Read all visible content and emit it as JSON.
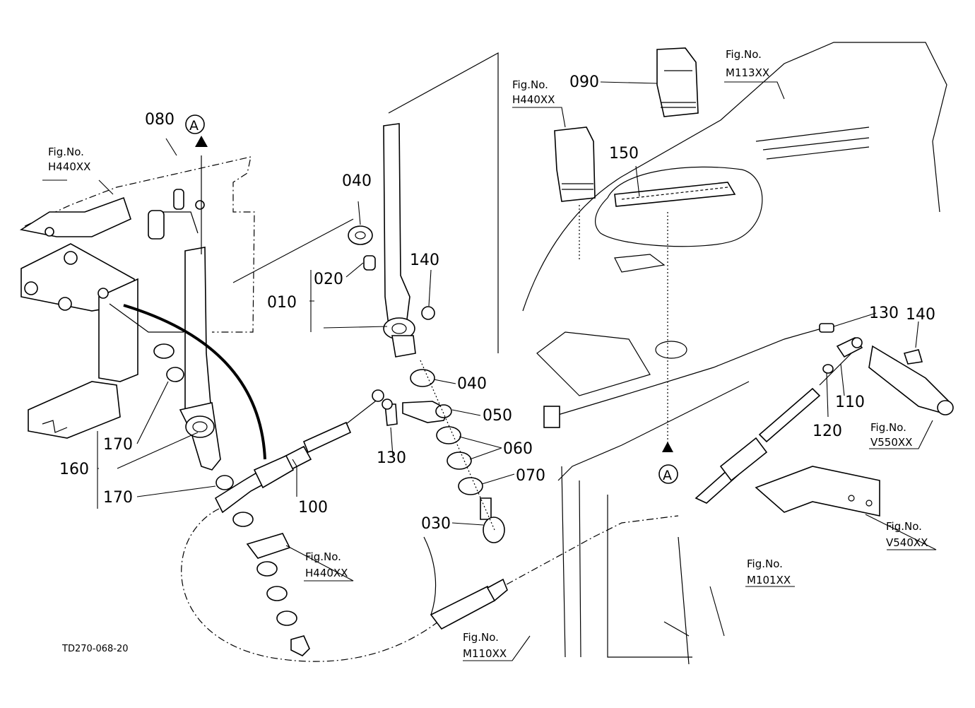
{
  "drawing_code": "TD270-068-20",
  "callouts": {
    "c010": "010",
    "c020": "020",
    "c030": "030",
    "c040a": "040",
    "c040b": "040",
    "c050": "050",
    "c060": "060",
    "c070": "070",
    "c080": "080",
    "c090": "090",
    "c100": "100",
    "c110": "110",
    "c120": "120",
    "c130a": "130",
    "c130b": "130",
    "c140a": "140",
    "c140b": "140",
    "c150": "150",
    "c160": "160",
    "c170a": "170",
    "c170b": "170"
  },
  "markers": {
    "top": "A",
    "bottom": "A"
  },
  "figure_refs": [
    {
      "label": "Fig.No.",
      "code": "H440XX"
    },
    {
      "label": "Fig.No.",
      "code": "H440XX"
    },
    {
      "label": "Fig.No.",
      "code": "M113XX"
    },
    {
      "label": "Fig.No.",
      "code": "H440XX"
    },
    {
      "label": "Fig.No.",
      "code": "V550XX"
    },
    {
      "label": "Fig.No.",
      "code": "V540XX"
    },
    {
      "label": "Fig.No.",
      "code": "M101XX"
    },
    {
      "label": "Fig.No.",
      "code": "M110XX"
    }
  ]
}
